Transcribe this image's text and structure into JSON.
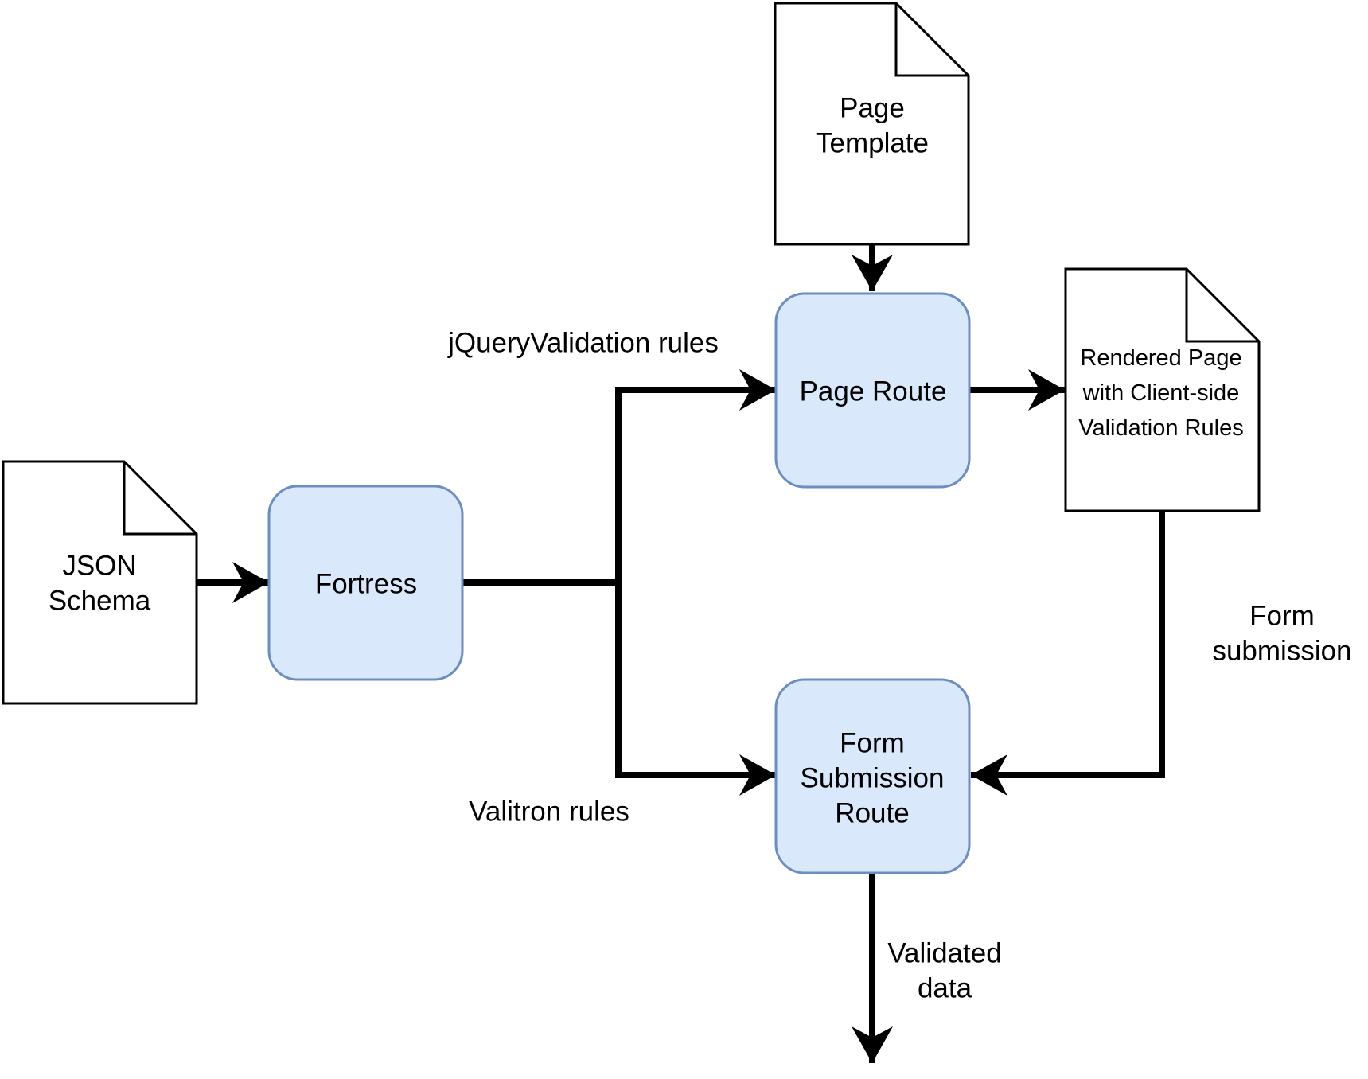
{
  "colors": {
    "process_fill": "#dae8fc",
    "process_stroke": "#6c8ebf",
    "document_fill": "#ffffff",
    "line": "#000000",
    "background": "#ffffff"
  },
  "documents": {
    "json_schema": [
      "JSON",
      "Schema"
    ],
    "page_template": [
      "Page",
      "Template"
    ],
    "rendered_page": [
      "Rendered Page",
      "with Client-side",
      "Validation Rules"
    ]
  },
  "processes": {
    "fortress": [
      "Fortress"
    ],
    "page_route": [
      "Page Route"
    ],
    "form_submission_route": [
      "Form",
      "Submission",
      "Route"
    ]
  },
  "edge_labels": {
    "jquery_rules": [
      "jQueryValidation rules"
    ],
    "valitron_rules": [
      "Valitron rules"
    ],
    "form_submission": [
      "Form",
      "submission"
    ],
    "validated_data": [
      "Validated",
      "data"
    ]
  }
}
